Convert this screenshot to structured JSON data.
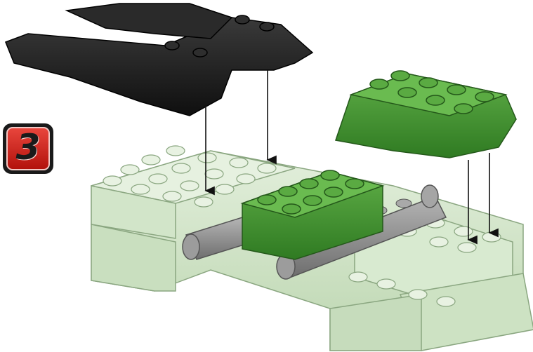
{
  "step": {
    "number": "3"
  },
  "colors": {
    "light_green": "#cfe3c6",
    "dark_green": "#3f8f2e",
    "black_piece": "#1c1c1c",
    "grey_axle": "#8c8c8c",
    "badge_red": "#d2271d"
  },
  "parts": [
    {
      "name": "black-wing-piece",
      "color": "black"
    },
    {
      "name": "green-slope-brick",
      "color": "dark green"
    },
    {
      "name": "green-plate-2x4",
      "color": "dark green"
    },
    {
      "name": "grey-axle-left",
      "color": "grey"
    },
    {
      "name": "grey-axle-right",
      "color": "grey"
    },
    {
      "name": "light-green-base",
      "color": "light green"
    }
  ]
}
